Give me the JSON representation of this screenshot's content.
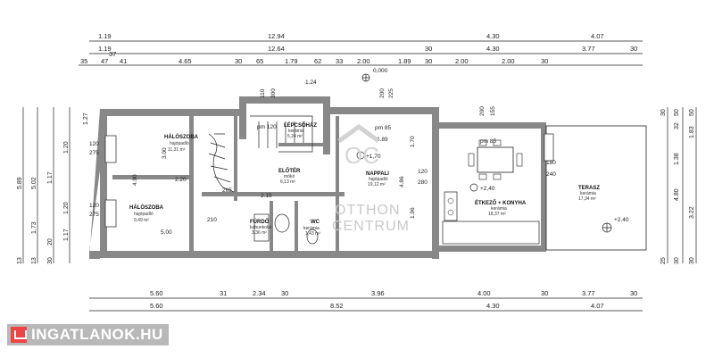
{
  "top_dims": {
    "row1": [
      "1.19",
      "12.94",
      "4.30",
      "4.07"
    ],
    "row2": [
      "1.19",
      "37",
      "12.64",
      "30",
      "4.30",
      "3.77",
      "30"
    ],
    "row3": [
      "35",
      "47",
      "41",
      "4.65",
      "30",
      "65",
      "1.79",
      "62",
      "33",
      "2.00",
      "1.89",
      "30",
      "2.00",
      "2.00",
      "30"
    ]
  },
  "bottom_dims": {
    "row1": [
      "5.60",
      "31",
      "2.34",
      "30",
      "3.96",
      "4.00",
      "30",
      "3.77",
      "30"
    ],
    "row2": [
      "5.60",
      "8.52",
      "4.30",
      "4.07"
    ]
  },
  "left_dims": [
    "1.27",
    "5.02",
    "5.89",
    "1.73",
    "1.20",
    "1.17",
    "1.17",
    "1.20",
    "20",
    "13",
    "13",
    "30"
  ],
  "right_dims": [
    "50",
    "32",
    "50",
    "1.83",
    "1.38",
    "3.22",
    "4.80",
    "30",
    "30",
    "25",
    "30"
  ],
  "rooms": [
    {
      "name": "HÁLÓSZOBA",
      "floor": "hajópadló",
      "area": "11,31 m²"
    },
    {
      "name": "HÁLÓSZOBA",
      "floor": "hajópadló",
      "area": "9,49 m²"
    },
    {
      "name": "LÉPCSŐHÁZ",
      "floor": "kerámia",
      "area": "5,24 m²"
    },
    {
      "name": "ELŐTÉR",
      "floor": "mókó",
      "area": "6,13 m²"
    },
    {
      "name": "NAPPALI",
      "floor": "hajópadló",
      "area": "19,12 m²"
    },
    {
      "name": "ÉTKEZŐ + KONYHA",
      "floor": "kerámia",
      "area": "18,37 m²"
    },
    {
      "name": "TERASZ",
      "floor": "kerámia",
      "area": "17,34 m²"
    },
    {
      "name": "FÜRDŐ",
      "floor": "kabunkolat",
      "area": "3,36 m²"
    },
    {
      "name": "WC",
      "floor": "kerámia",
      "area": "1,43 m²"
    }
  ],
  "levels": [
    "0,000",
    "+1,70",
    "+2,40",
    "+2,40"
  ],
  "heights": [
    "1.24",
    "110",
    "300",
    "200",
    "225",
    "pm 85",
    "pm 120",
    "pm 85",
    "3.89",
    "1.70",
    "4.86",
    "1.96",
    "120",
    "280",
    "180",
    "240",
    "200",
    "155",
    "275",
    "275",
    "120",
    "120",
    "3.00",
    "2.20",
    "4.90",
    "5.00",
    "2.15",
    "265",
    "210"
  ],
  "watermark": [
    "OTTHON",
    "CENTRUM"
  ],
  "watermark_mark": "OC",
  "logo": "INGATLANOK.HU"
}
